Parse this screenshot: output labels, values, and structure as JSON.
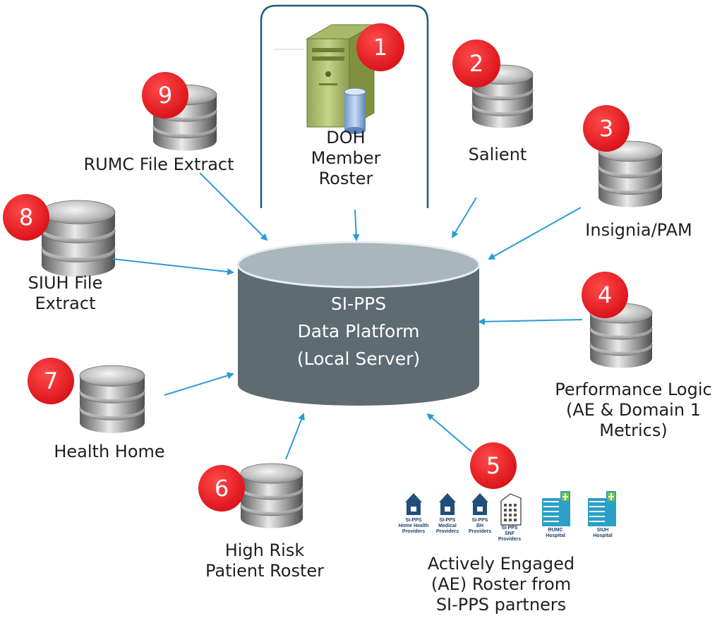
{
  "central": {
    "lines": [
      "SI-PPS",
      "Data Platform",
      "(Local Server)"
    ]
  },
  "sources": [
    {
      "number": "1",
      "label": "DOH\nMember\nRoster"
    },
    {
      "number": "2",
      "label": "Salient"
    },
    {
      "number": "3",
      "label": "Insignia/PAM"
    },
    {
      "number": "4",
      "label": "Performance Logic\n(AE & Domain 1\nMetrics)"
    },
    {
      "number": "5",
      "label": "Actively Engaged\n(AE) Roster from\nSI-PPS partners"
    },
    {
      "number": "6",
      "label": "High Risk\nPatient Roster"
    },
    {
      "number": "7",
      "label": "Health Home"
    },
    {
      "number": "8",
      "label": "SIUH File\nExtract"
    },
    {
      "number": "9",
      "label": "RUMC File Extract"
    }
  ],
  "partners": [
    {
      "label": "SI-PPS\nHome Health\nProviders"
    },
    {
      "label": "SI-PPS\nMedical\nProviders"
    },
    {
      "label": "SI-PPS\nBH\nProviders"
    },
    {
      "label": "SI-PPS\nSNF\nProviders"
    },
    {
      "label": "RUMC\nHospital"
    },
    {
      "label": "SIUH\nHospital"
    }
  ],
  "colors": {
    "arrow": "#2a9bd6",
    "badge": "#e8141b",
    "central_body": "#5f6b72",
    "central_top": "#a9b6bd",
    "frame": "#1d5b7a",
    "partner_icon": "#1f4f7a",
    "hospital_icon": "#2aa0c8",
    "hospital_cross": "#7cc242"
  }
}
